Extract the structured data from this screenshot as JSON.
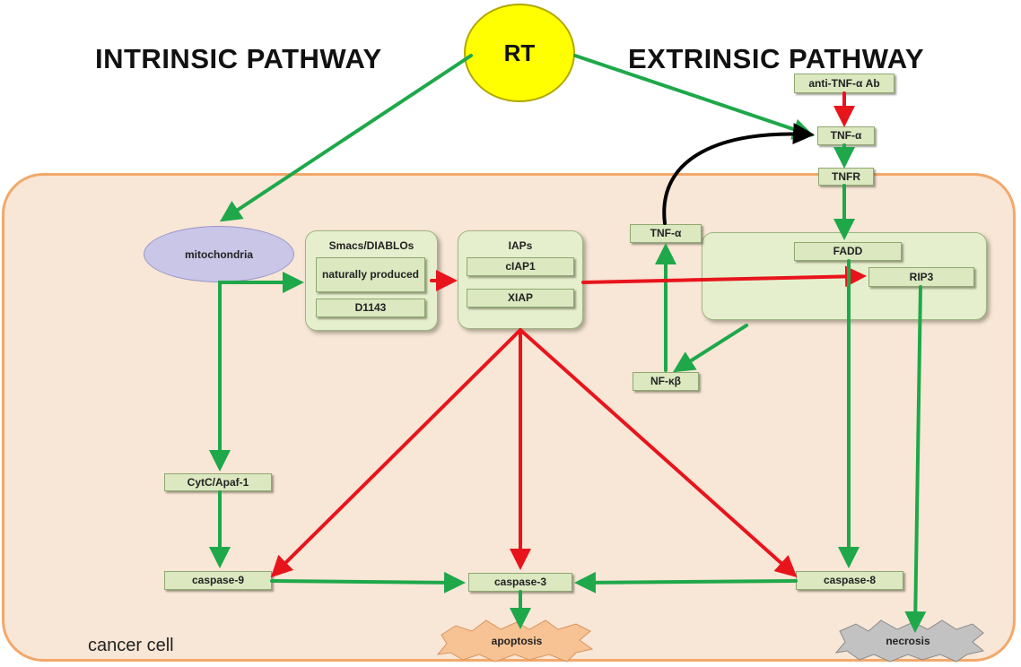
{
  "headings": {
    "left": "INTRINSIC PATHWAY",
    "right": "EXTRINSIC PATHWAY"
  },
  "stimulus": "RT",
  "region_label": "cancer cell",
  "nodes": {
    "anti_tnf": "anti-TNF-α Ab",
    "tnf_alpha_ext": "TNF-α",
    "tnfr": "TNFR",
    "tnf_alpha_int": "TNF-α",
    "fadd": "FADD",
    "rip3": "RIP3",
    "nfkb": "NF-κβ",
    "mitochondria": "mitochondria",
    "smacs_title": "Smacs/DIABLOs",
    "naturally_produced": "naturally produced",
    "d1143": "D1143",
    "iaps_title": "IAPs",
    "ciap1": "cIAP1",
    "xiap": "XIAP",
    "cytc": "CytC/Apaf-1",
    "caspase9": "caspase-9",
    "caspase3": "caspase-3",
    "caspase8": "caspase-8",
    "apoptosis": "apoptosis",
    "necrosis": "necrosis"
  },
  "edge_colors": {
    "activation": "#1ea84a",
    "inhibition": "#e8141c",
    "feedback": "#000000"
  }
}
